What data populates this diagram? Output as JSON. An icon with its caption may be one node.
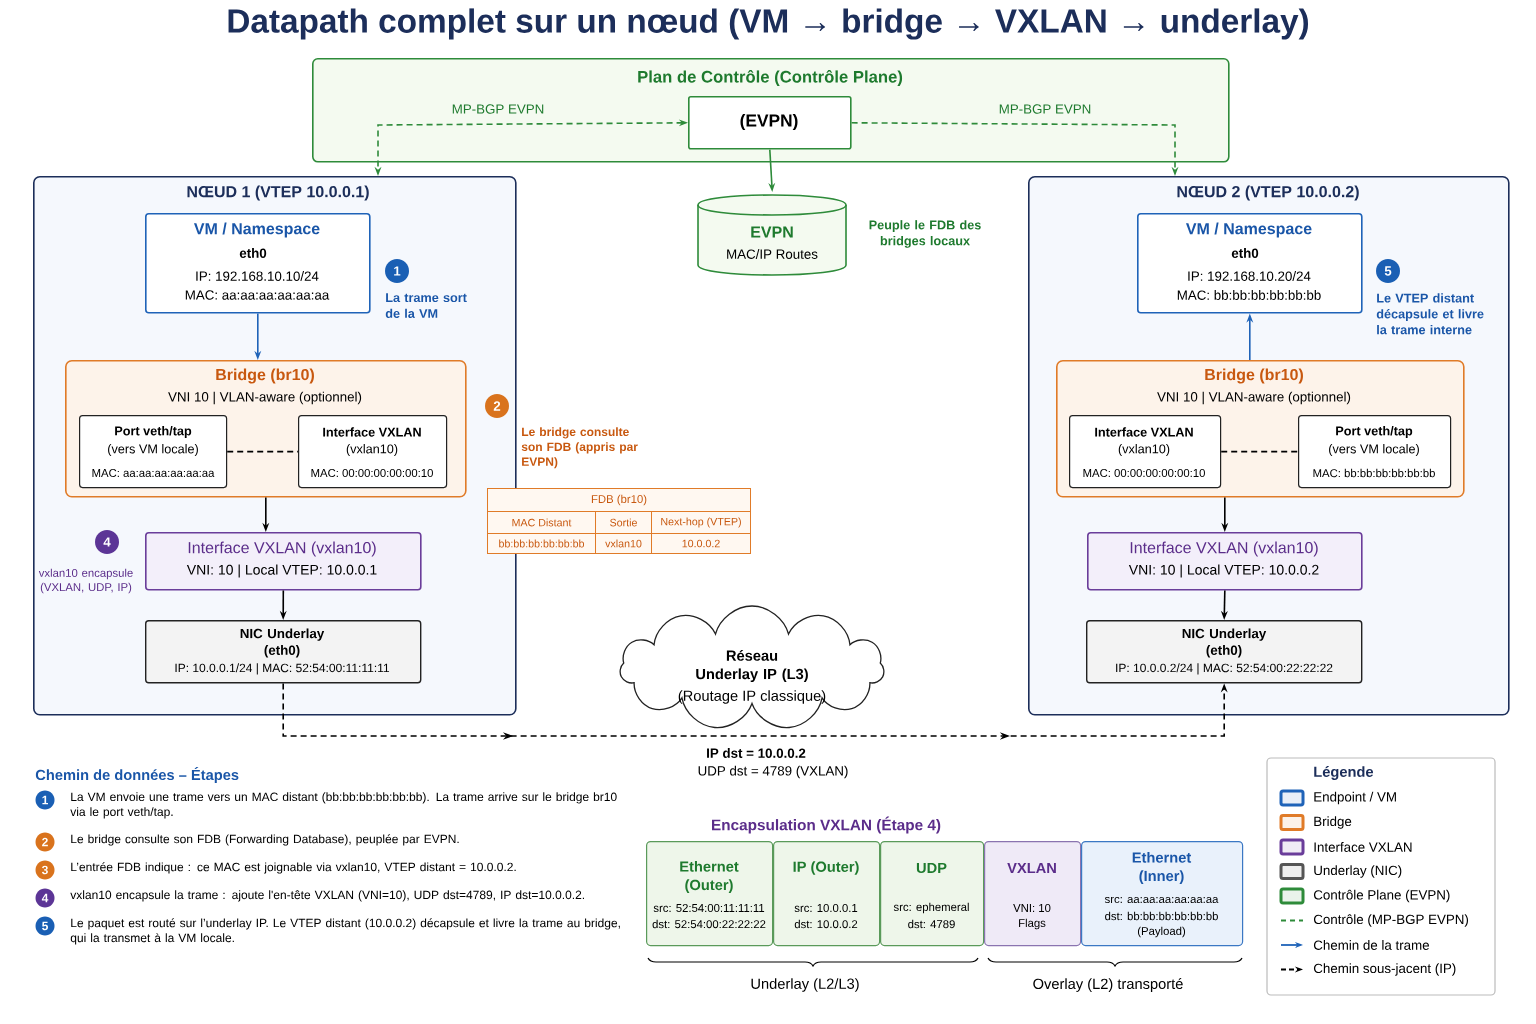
{
  "diagram": {
    "title": "Datapath complet sur un nœud (VM → bridge → VXLAN → underlay)",
    "nodes": [
      {
        "text": [
          "Plan de Contrôle (Contrôle Plane)"
        ]
      },
      {
        "text": [
          "(EVPN)"
        ],
        "in": 0
      },
      {
        "text": [
          "EVPN",
          "MAC/IP Routes"
        ],
        "beside": [
          "Peuple le FDB des bridges locaux"
        ]
      },
      {
        "text": [
          "NŒUD 1 (VTEP 10.0.0.1)"
        ]
      },
      {
        "text": [
          "VM / Namespace",
          "eth0",
          "IP: 192.168.10.10/24",
          "MAC: aa:aa:aa:aa:aa:aa"
        ],
        "in": 3
      },
      {
        "text": [
          "Bridge (br10)",
          "VNI 10 | VLAN-aware (optionnel)"
        ],
        "in": 3
      },
      {
        "text": [
          "Port veth/tap",
          "(vers VM locale)",
          "MAC: aa:aa:aa:aa:aa:aa"
        ],
        "in": 5
      },
      {
        "text": [
          "Interface VXLAN",
          "(vxlan10)",
          "MAC: 00:00:00:00:00:10"
        ],
        "in": 5
      },
      {
        "text": [
          "Interface VXLAN (vxlan10)",
          "VNI: 10 | Local VTEP: 10.0.0.1"
        ],
        "in": 3
      },
      {
        "text": [
          "NIC Underlay (eth0)",
          "IP: 10.0.0.1/24 | MAC: 52:54:00:11:11:11"
        ],
        "in": 3
      },
      {
        "text": [
          "1"
        ],
        "beside": [
          "La trame sort de la VM"
        ],
        "in": 3
      },
      {
        "text": [
          "2"
        ],
        "beside": [
          "Le bridge consulte son FDB (appris par EVPN)"
        ],
        "in": 3
      },
      {
        "text": [
          "4"
        ],
        "beside": [
          "vxlan10 encapsule (VXLAN, UDP, IP)"
        ],
        "in": 3
      },
      {
        "text": [
          "NŒUD 2 (VTEP 10.0.0.2)"
        ]
      },
      {
        "text": [
          "VM / Namespace",
          "eth0",
          "IP: 192.168.10.20/24",
          "MAC: bb:bb:bb:bb:bb:bb"
        ],
        "in": 13
      },
      {
        "text": [
          "Bridge (br10)",
          "VNI 10 | VLAN-aware (optionnel)"
        ],
        "in": 13
      },
      {
        "text": [
          "Interface VXLAN",
          "(vxlan10)",
          "MAC: 00:00:00:00:00:10"
        ],
        "in": 15
      },
      {
        "text": [
          "Port veth/tap",
          "(vers VM locale)",
          "MAC: bb:bb:bb:bb:bb:bb"
        ],
        "in": 15
      },
      {
        "text": [
          "Interface VXLAN (vxlan10)",
          "VNI: 10 | Local VTEP: 10.0.0.2"
        ],
        "in": 13
      },
      {
        "text": [
          "NIC Underlay (eth0)",
          "IP: 10.0.0.2/24 | MAC: 52:54:00:22:22:22"
        ],
        "in": 13
      },
      {
        "text": [
          "5"
        ],
        "beside": [
          "Le VTEP distant décapsule et livre la trame interne"
        ],
        "in": 13
      },
      {
        "text": [
          "Réseau Underlay IP (L3)",
          "(Routage IP classique)"
        ]
      },
      {
        "text": [
          "1"
        ],
        "beside": [
          "La VM envoie une trame vers un MAC distant (bb:bb:bb:bb:bb:bb). La trame arrive sur le bridge br10 via le port veth/tap."
        ]
      },
      {
        "text": [
          "2"
        ],
        "beside": [
          "Le bridge consulte son FDB (Forwarding Database), peuplée par EVPN."
        ]
      },
      {
        "text": [
          "3"
        ],
        "beside": [
          "L’entrée FDB indique : ce MAC est joignable via vxlan10, VTEP distant = 10.0.0.2."
        ]
      },
      {
        "text": [
          "4"
        ],
        "beside": [
          "vxlan10 encapsule la trame : ajoute l'en-tête VXLAN (VNI=10), UDP dst=4789, IP dst=10.0.0.2."
        ]
      },
      {
        "text": [
          "5"
        ],
        "beside": [
          "Le paquet est routé sur l’underlay IP. Le VTEP distant (10.0.0.2) décapsule et livre la trame au bridge, qui la transmet à la VM locale."
        ]
      },
      {
        "text": [
          "Ethernet (Outer)",
          "src: 52:54:00:11:11:11",
          "dst: 52:54:00:22:22:22"
        ]
      },
      {
        "text": [
          "IP (Outer)",
          "src: 10.0.0.1",
          "dst: 10.0.0.2"
        ]
      },
      {
        "text": [
          "UDP",
          "src: ephemeral",
          "dst: 4789"
        ]
      },
      {
        "text": [
          "VXLAN",
          "VNI: 10",
          "Flags"
        ]
      },
      {
        "text": [
          "Ethernet (Inner)",
          "src: aa:aa:aa:aa:aa:aa",
          "dst: bb:bb:bb:bb:bb:bb",
          "(Payload)"
        ]
      }
    ],
    "edges": [
      {
        "from": 1,
        "to": 3,
        "arrow": "both",
        "label": "MP-BGP EVPN",
        "style": "dashed",
        "color": "#2e8b3a"
      },
      {
        "from": 1,
        "to": 13,
        "arrow": "to",
        "label": "MP-BGP EVPN",
        "style": "dashed",
        "color": "#2e8b3a"
      },
      {
        "from": 1,
        "to": 2,
        "arrow": "to",
        "color": "#2e8b3a"
      },
      {
        "from": 4,
        "to": 5,
        "arrow": "to",
        "color": "#1f63b8"
      },
      {
        "from": 6,
        "to": 7,
        "arrow": "none",
        "style": "dashed"
      },
      {
        "from": 5,
        "to": 8,
        "arrow": "to"
      },
      {
        "from": 8,
        "to": 9,
        "arrow": "to"
      },
      {
        "from": 9,
        "to": 19,
        "arrow": "to",
        "style": "dashed"
      },
      {
        "from": 15,
        "to": 14,
        "arrow": "to",
        "color": "#1f63b8"
      },
      {
        "from": 16,
        "to": 17,
        "arrow": "none",
        "style": "dashed"
      },
      {
        "from": 15,
        "to": 18,
        "arrow": "to"
      },
      {
        "from": 18,
        "to": 19,
        "arrow": "to"
      }
    ],
    "labels": [
      "FDB (br10)",
      "MAC Distant",
      "Sortie",
      "Next-hop (VTEP)",
      "bb:bb:bb:bb:bb:bb",
      "vxlan10",
      "10.0.0.2",
      "IP dst = 10.0.0.2",
      "Chemin de données – Étapes",
      "UDP dst = 4789 (VXLAN)",
      "Encapsulation VXLAN (Étape 4)",
      "Légende",
      "Underlay (L2/L3)",
      "Overlay (L2) transporté"
    ],
    "legend": [
      {
        "text": "Endpoint / VM",
        "color": "#1f63b8"
      },
      {
        "text": "Bridge",
        "color": "#e07b28"
      },
      {
        "text": "Interface VXLAN",
        "color": "#6a3d9a"
      },
      {
        "text": "Underlay (NIC)",
        "color": "#555555"
      },
      {
        "text": "Contrôle Plane (EVPN)",
        "color": "#2e8b3a"
      },
      {
        "text": "Contrôle (MP-BGP EVPN)"
      },
      {
        "text": "Chemin de la trame"
      },
      {
        "text": "Chemin sous-jacent (IP)"
      }
    ]
  }
}
